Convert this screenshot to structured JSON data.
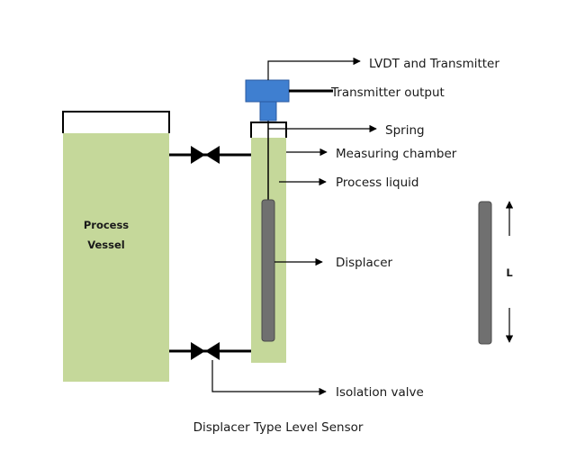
{
  "labels": {
    "lvdt": "LVDT and Transmitter",
    "transmitter_output": "Transmitter output",
    "spring": "Spring",
    "measuring_chamber": "Measuring chamber",
    "process_liquid": "Process liquid",
    "displacer": "Displacer",
    "isolation_valve": "Isolation valve",
    "length": "L"
  },
  "vessel": {
    "line1": "Process",
    "line2": "Vessel"
  },
  "caption": "Displacer Type Level Sensor",
  "colors": {
    "liquid": "#c5d89a",
    "transmitter": "#3f7fd0",
    "displacer": "#707070",
    "line": "#000000"
  },
  "icons": [
    "gate-valve-icon",
    "arrow-right-icon",
    "arrow-up-icon",
    "arrow-down-icon"
  ]
}
